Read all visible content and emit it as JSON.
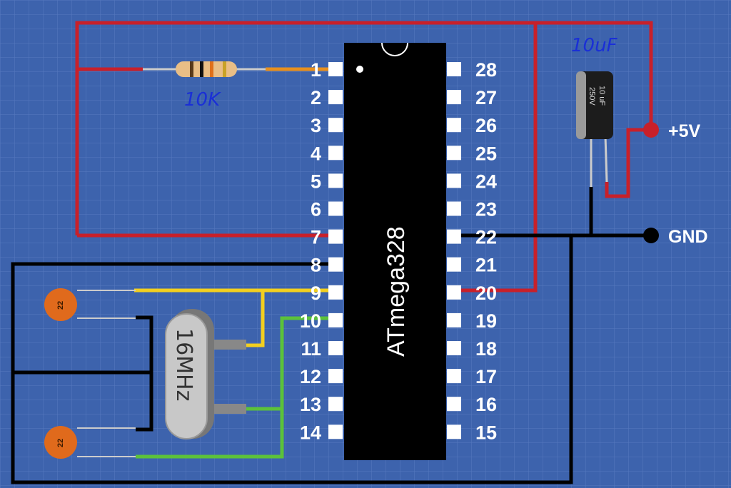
{
  "chip": {
    "name": "ATmega328",
    "left_pins": [
      "1",
      "2",
      "3",
      "4",
      "5",
      "6",
      "7",
      "8",
      "9",
      "10",
      "11",
      "12",
      "13",
      "14"
    ],
    "right_pins": [
      "28",
      "27",
      "26",
      "25",
      "24",
      "23",
      "22",
      "21",
      "20",
      "19",
      "18",
      "17",
      "16",
      "15"
    ]
  },
  "labels": {
    "vcc": "+5V",
    "gnd": "GND",
    "resistor": "10K",
    "capacitor": "10uF",
    "crystal": "16MHz",
    "cap1": "22",
    "cap2": "22",
    "cap_body_value": "10 uF",
    "cap_body_voltage": "250V"
  },
  "colors": {
    "background": "#3d63ad",
    "vcc_wire": "#c8202a",
    "gnd_wire": "#000000",
    "xtal1_wire": "#f2cf1f",
    "xtal2_wire": "#5cc23a",
    "reset_wire": "#e8901e"
  }
}
